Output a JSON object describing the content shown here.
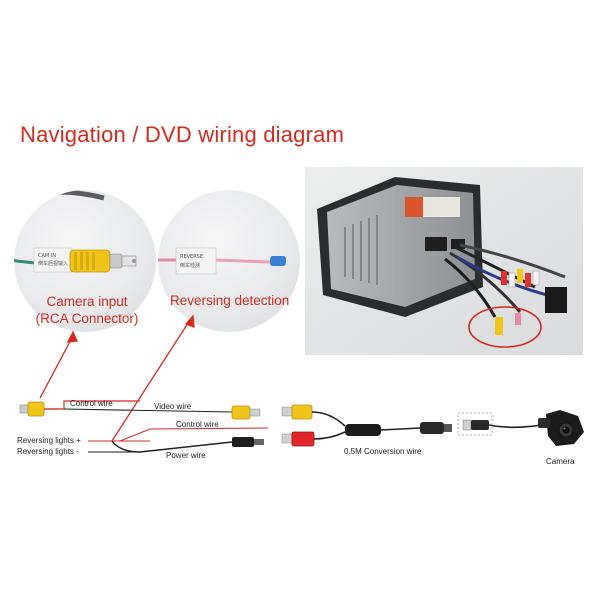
{
  "title": "Navigation / DVD wiring diagram",
  "callouts": {
    "camera_input_line1": "Camera input",
    "camera_input_line2": "(RCA Connector)",
    "reversing_detection": "Reversing detection"
  },
  "wire_labels": {
    "control_wire_top": "Control wire",
    "video_wire": "Video wire",
    "control_wire_mid": "Control wire",
    "reversing_lights_plus": "Reversing lights +",
    "reversing_lights_minus": "Reversing lights -",
    "power_wire": "Power wire",
    "conversion_wire": "0.5M Conversion wire",
    "camera": "Camera"
  },
  "tags": {
    "camera_tag_line1": "CAM IN",
    "camera_tag_line2": "倒车后视输入",
    "reverse_tag_line1": "REVERSE",
    "reverse_tag_line2": "倒车检测"
  },
  "colors": {
    "accent_red": "#d42a1e",
    "rca_yellow": "#f0c419",
    "power_red": "#e3262a"
  }
}
